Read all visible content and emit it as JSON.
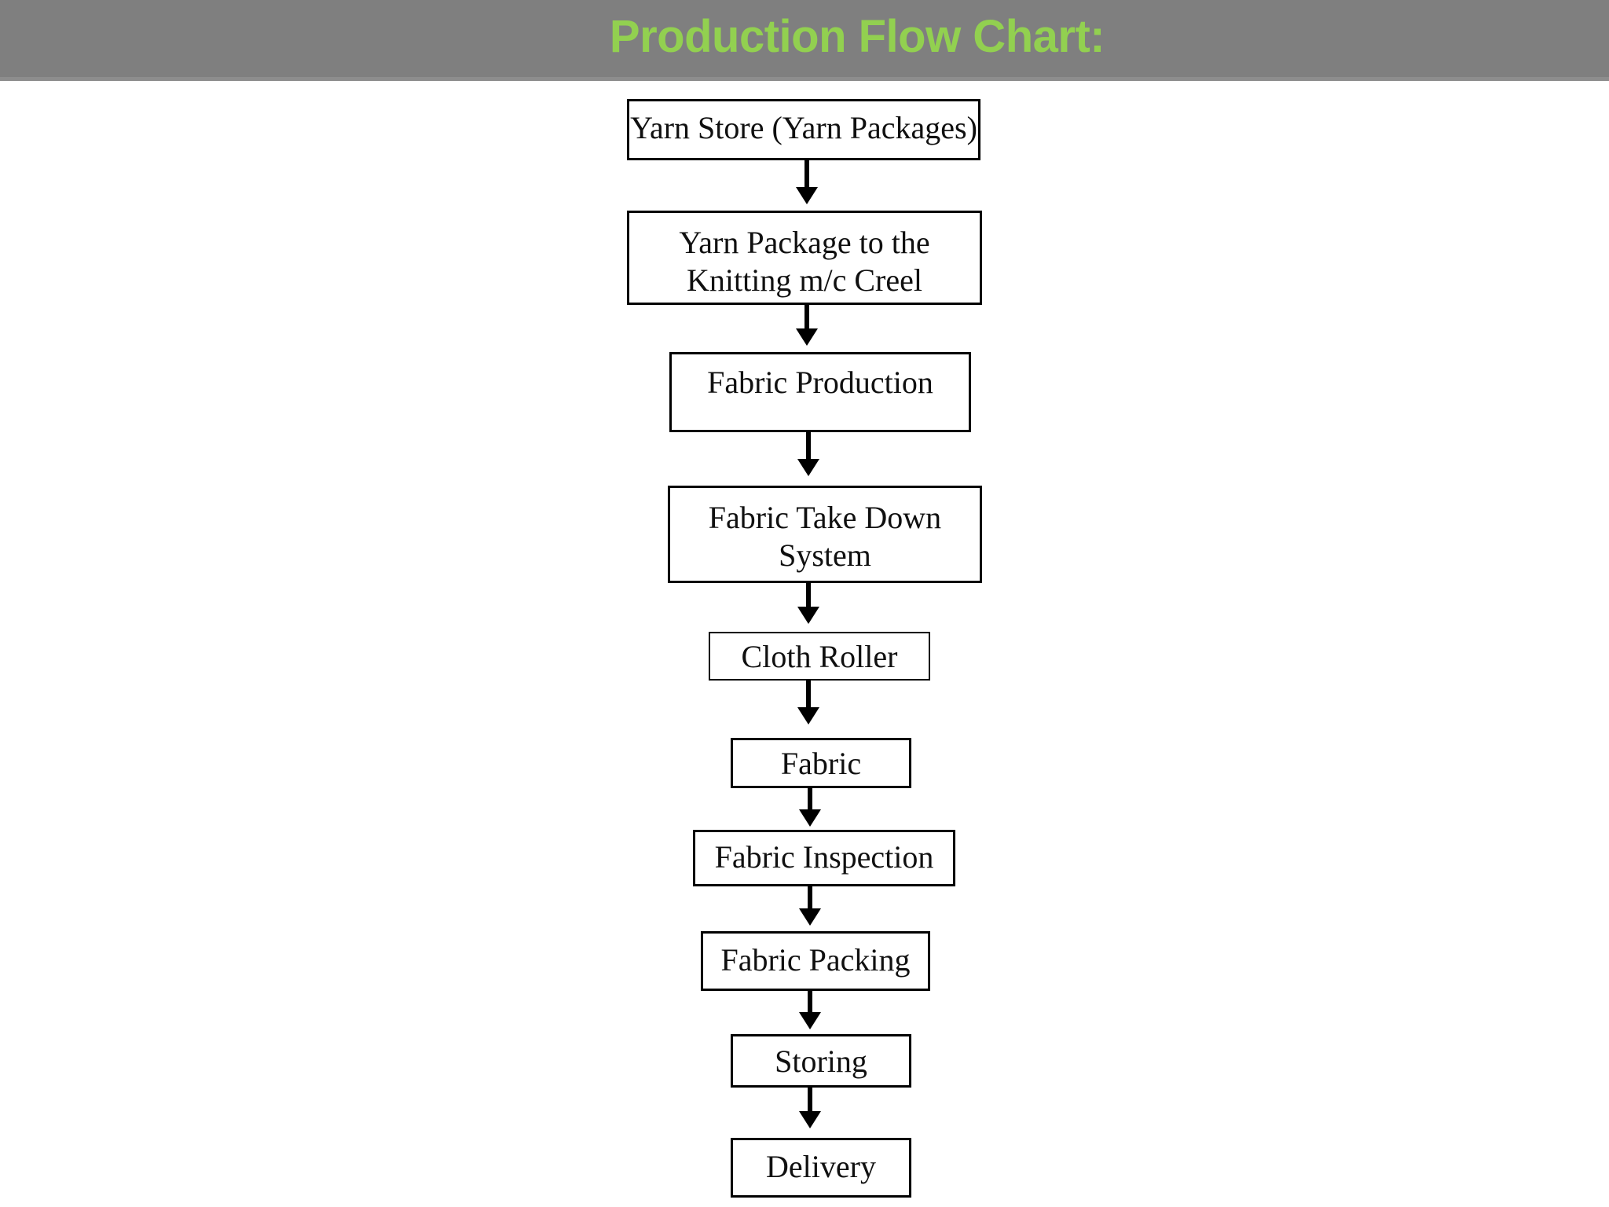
{
  "header": {
    "title": "Production Flow Chart:",
    "background_color": "#7f7f7f",
    "title_color": "#92d050"
  },
  "flowchart": {
    "type": "flowchart",
    "orientation": "top-to-bottom",
    "connector": "single-arrow",
    "node_border_color": "#000000",
    "node_fill_color": "#ffffff",
    "nodes": [
      {
        "id": "yarn-store",
        "label": "Yarn Store (Yarn Packages)"
      },
      {
        "id": "yarn-package-creel",
        "label": "Yarn Package to the\nKnitting m/c Creel"
      },
      {
        "id": "fabric-production",
        "label": "Fabric Production"
      },
      {
        "id": "fabric-take-down",
        "label": "Fabric Take Down\nSystem"
      },
      {
        "id": "cloth-roller",
        "label": "Cloth Roller"
      },
      {
        "id": "fabric",
        "label": "Fabric"
      },
      {
        "id": "fabric-inspection",
        "label": "Fabric Inspection"
      },
      {
        "id": "fabric-packing",
        "label": "Fabric Packing"
      },
      {
        "id": "storing",
        "label": "Storing"
      },
      {
        "id": "delivery",
        "label": "Delivery"
      }
    ]
  }
}
